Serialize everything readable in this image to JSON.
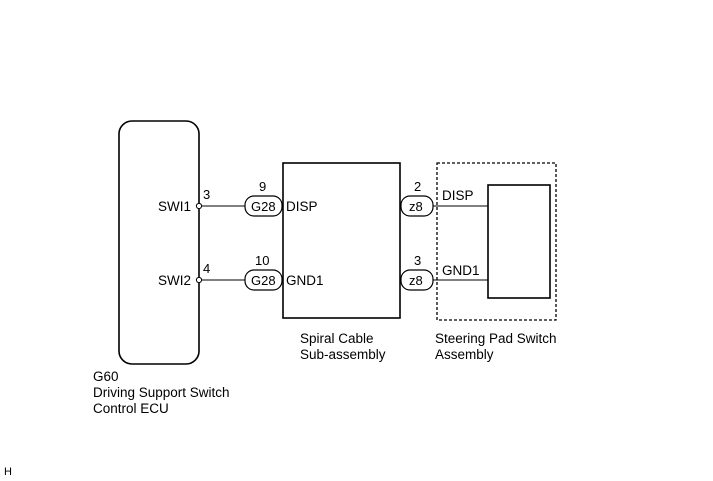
{
  "components": {
    "ecu": {
      "code": "G60",
      "name_line1": "Driving Support Switch",
      "name_line2": "Control ECU",
      "pins": [
        {
          "label": "SWI1",
          "number": "3"
        },
        {
          "label": "SWI2",
          "number": "4"
        }
      ]
    },
    "spiral": {
      "name_line1": "Spiral Cable",
      "name_line2": "Sub-assembly",
      "left_pins": [
        {
          "connector": "G28",
          "number": "9",
          "label": "DISP"
        },
        {
          "connector": "G28",
          "number": "10",
          "label": "GND1"
        }
      ],
      "right_pins": [
        {
          "connector": "z8",
          "number": "2",
          "label": "DISP"
        },
        {
          "connector": "z8",
          "number": "3",
          "label": "GND1"
        }
      ]
    },
    "steering": {
      "name_line1": "Steering Pad Switch",
      "name_line2": "Assembly"
    }
  },
  "footer_code": "H"
}
